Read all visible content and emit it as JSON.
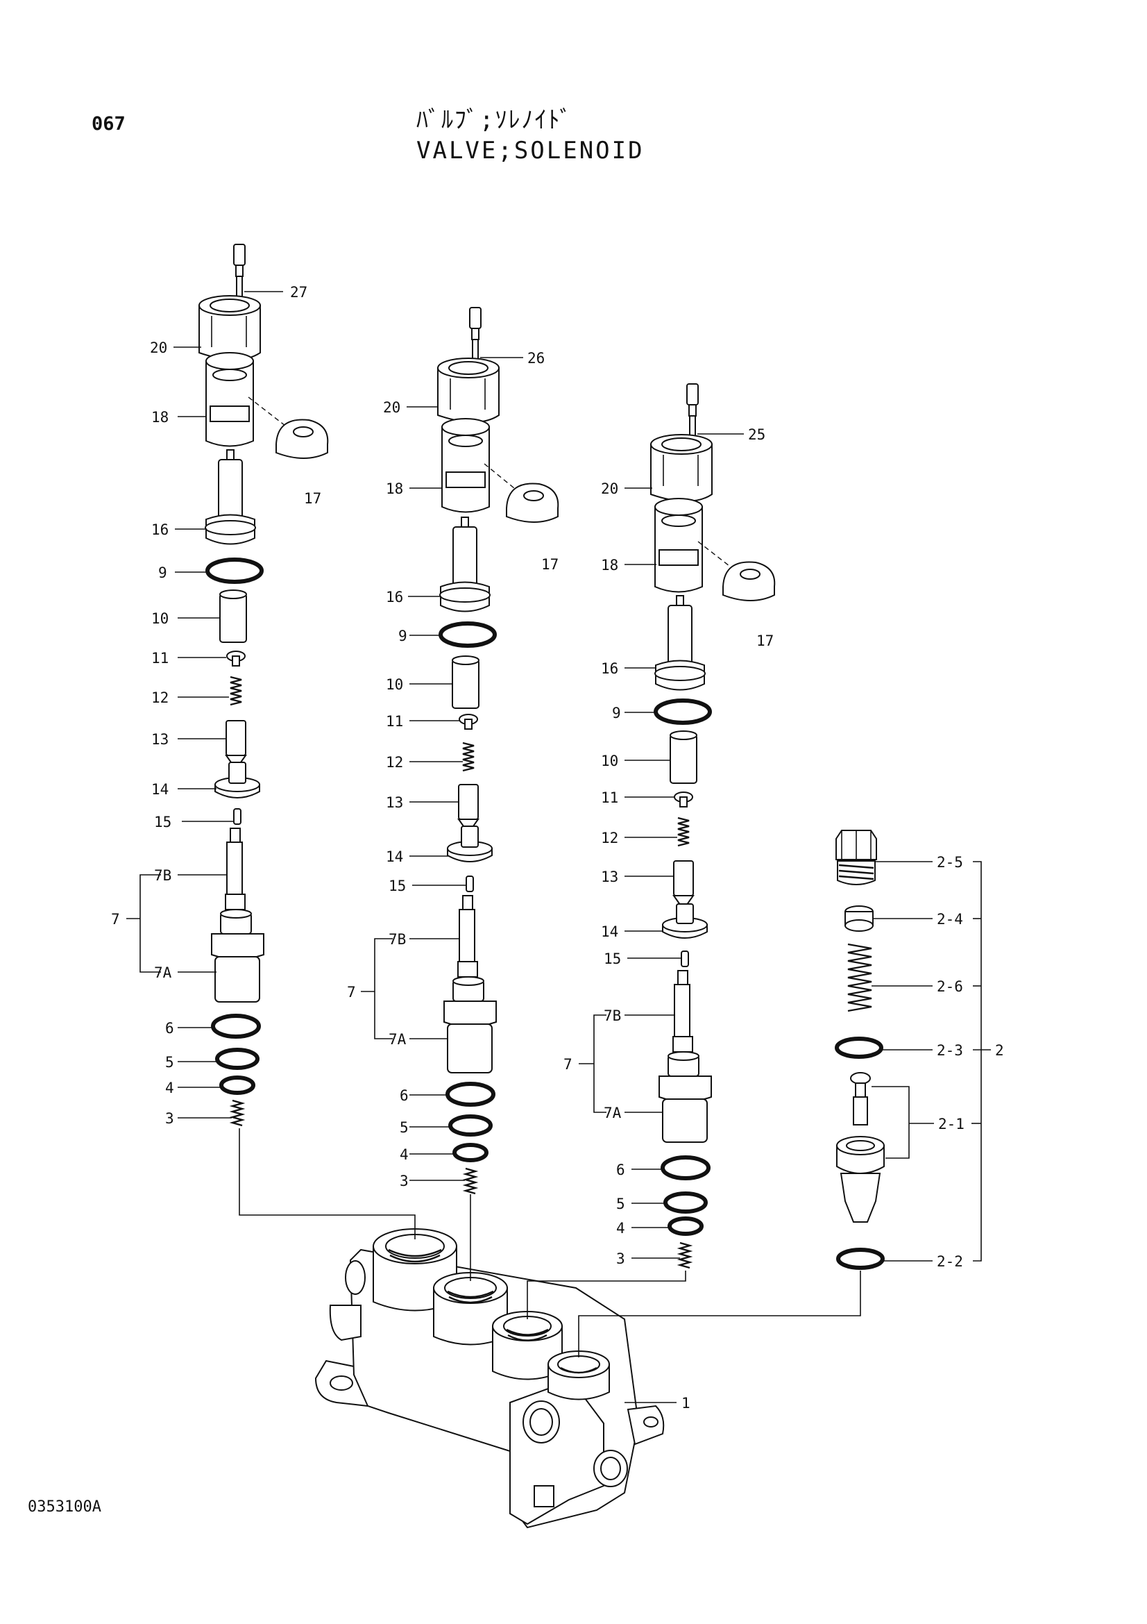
{
  "header": {
    "page_number": "067",
    "title_jp": "ﾊﾞﾙﾌﾞ;ｿﾚﾉｲﾄﾞ",
    "title_en": "VALVE;SOLENOID"
  },
  "footer": {
    "drawing_number": "0353100A"
  },
  "callouts": {
    "a27": "27",
    "a20": "20",
    "a18": "18",
    "a17": "17",
    "a16": "16",
    "a9": "9",
    "a10": "10",
    "a11": "11",
    "a12": "12",
    "a13": "13",
    "a14": "14",
    "a15": "15",
    "a7B": "7B",
    "a7": "7",
    "a7A": "7A",
    "a6": "6",
    "a5": "5",
    "a4": "4",
    "a3": "3",
    "b26": "26",
    "b20": "20",
    "b18": "18",
    "b17": "17",
    "b16": "16",
    "b9": "9",
    "b10": "10",
    "b11": "11",
    "b12": "12",
    "b13": "13",
    "b14": "14",
    "b15": "15",
    "b7B": "7B",
    "b7": "7",
    "b7A": "7A",
    "b6": "6",
    "b5": "5",
    "b4": "4",
    "b3": "3",
    "c25": "25",
    "c20": "20",
    "c18": "18",
    "c17": "17",
    "c16": "16",
    "c9": "9",
    "c10": "10",
    "c11": "11",
    "c12": "12",
    "c13": "13",
    "c14": "14",
    "c15": "15",
    "c7B": "7B",
    "c7": "7",
    "c7A": "7A",
    "c6": "6",
    "c5": "5",
    "c4": "4",
    "c3": "3",
    "d25": "2-5",
    "d24": "2-4",
    "d26": "2-6",
    "d23": "2-3",
    "d2": "2",
    "d21": "2-1",
    "d22": "2-2",
    "body1": "1"
  }
}
